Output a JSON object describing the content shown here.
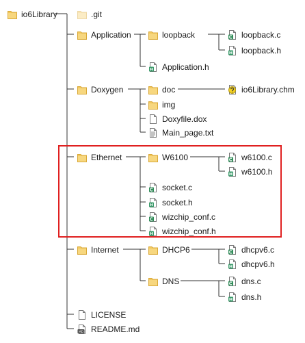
{
  "colors": {
    "highlight": "#e02020",
    "folder": "#f2c75c",
    "line": "#333333"
  },
  "nodes": [
    {
      "id": "io6library",
      "label": "io6Library",
      "icon": "folder-icon"
    },
    {
      "id": "git",
      "label": ".git",
      "icon": "folder-faded-icon"
    },
    {
      "id": "application",
      "label": "Application",
      "icon": "folder-icon"
    },
    {
      "id": "loopback",
      "label": "loopback",
      "icon": "folder-icon"
    },
    {
      "id": "loopback-c",
      "label": "loopback.c",
      "icon": "c-source-file-icon"
    },
    {
      "id": "loopback-h",
      "label": "loopback.h",
      "icon": "c-header-file-icon"
    },
    {
      "id": "application-h",
      "label": "Application.h",
      "icon": "c-header-file-icon"
    },
    {
      "id": "doxygen",
      "label": "Doxygen",
      "icon": "folder-icon"
    },
    {
      "id": "doc",
      "label": "doc",
      "icon": "folder-icon"
    },
    {
      "id": "io6library-chm",
      "label": "io6Library.chm",
      "icon": "help-file-icon"
    },
    {
      "id": "img",
      "label": "img",
      "icon": "folder-icon"
    },
    {
      "id": "doxyfile",
      "label": "Doxyfile.dox",
      "icon": "blank-file-icon"
    },
    {
      "id": "main-page",
      "label": "Main_page.txt",
      "icon": "text-file-icon"
    },
    {
      "id": "ethernet",
      "label": "Ethernet",
      "icon": "folder-icon"
    },
    {
      "id": "w6100",
      "label": "W6100",
      "icon": "folder-icon"
    },
    {
      "id": "w6100-c",
      "label": "w6100.c",
      "icon": "c-source-file-icon"
    },
    {
      "id": "w6100-h",
      "label": "w6100.h",
      "icon": "c-header-file-icon"
    },
    {
      "id": "socket-c",
      "label": "socket.c",
      "icon": "c-source-file-icon"
    },
    {
      "id": "socket-h",
      "label": "socket.h",
      "icon": "c-header-file-icon"
    },
    {
      "id": "wizchip-conf-c",
      "label": "wizchip_conf.c",
      "icon": "c-source-file-icon"
    },
    {
      "id": "wizchip-conf-h",
      "label": "wizchip_conf.h",
      "icon": "c-header-file-icon"
    },
    {
      "id": "internet",
      "label": "Internet",
      "icon": "folder-icon"
    },
    {
      "id": "dhcp6",
      "label": "DHCP6",
      "icon": "folder-icon"
    },
    {
      "id": "dhcpv6-c",
      "label": "dhcpv6.c",
      "icon": "c-source-file-icon"
    },
    {
      "id": "dhcpv6-h",
      "label": "dhcpv6.h",
      "icon": "c-header-file-icon"
    },
    {
      "id": "dns",
      "label": "DNS",
      "icon": "folder-icon"
    },
    {
      "id": "dns-c",
      "label": "dns.c",
      "icon": "c-source-file-icon"
    },
    {
      "id": "dns-h",
      "label": "dns.h",
      "icon": "c-header-file-icon"
    },
    {
      "id": "license",
      "label": "LICENSE",
      "icon": "blank-file-icon"
    },
    {
      "id": "readme",
      "label": "README.md",
      "icon": "markdown-file-icon"
    }
  ]
}
